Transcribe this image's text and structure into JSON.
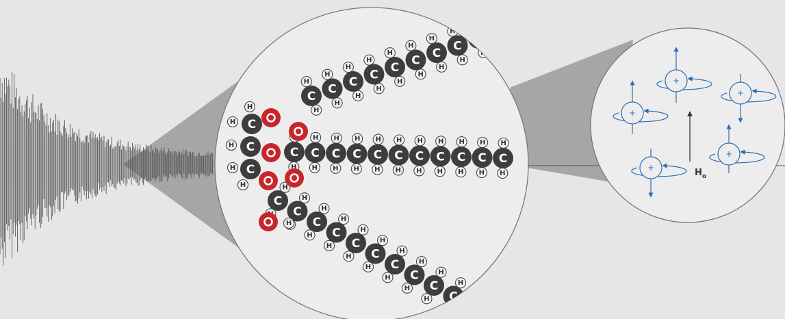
{
  "colors": {
    "background": "#e6e6e6",
    "carbon": "#3d3d3d",
    "oxygen": "#c8262d",
    "hydrogen_ring": "#444444",
    "spin": "#2a6db5",
    "signal": "#555555",
    "magnifier_fill": "#ededed",
    "cone": "#9a9a9a"
  },
  "labels": {
    "carbon": "C",
    "oxygen": "O",
    "hydrogen": "H",
    "field_main": "H",
    "field_sub": "o",
    "spin_sign": "+"
  },
  "icons": [
    "fid-signal-icon",
    "triglyceride-molecule-icon",
    "nuclear-spin-icon",
    "magnetic-field-arrow-icon"
  ]
}
